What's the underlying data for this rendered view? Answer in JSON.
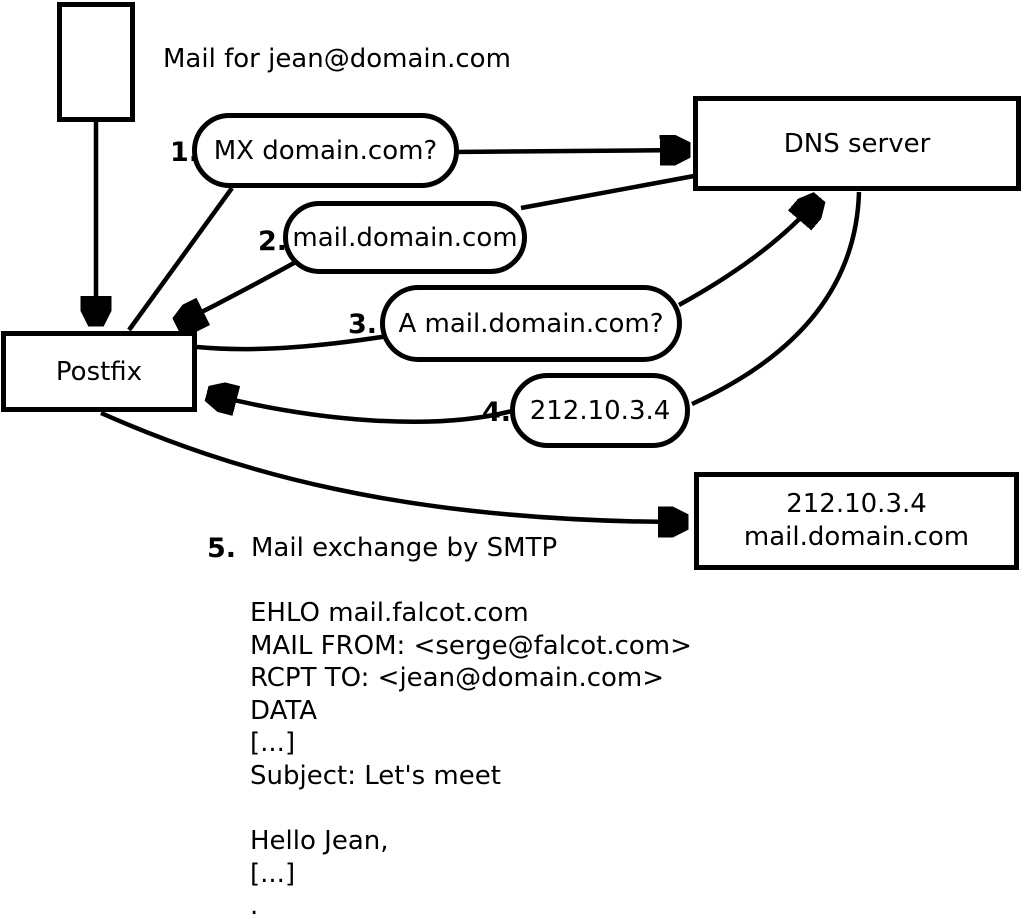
{
  "captions": {
    "mail_for": "Mail for jean@domain.com"
  },
  "nodes": {
    "postfix": "Postfix",
    "dns_server": "DNS server",
    "mail_server": {
      "line1": "212.10.3.4",
      "line2": "mail.domain.com"
    }
  },
  "steps": [
    {
      "num": "1.",
      "label": "MX domain.com?"
    },
    {
      "num": "2.",
      "label": "mail.domain.com"
    },
    {
      "num": "3.",
      "label": "A mail.domain.com?"
    },
    {
      "num": "4.",
      "label": "212.10.3.4"
    },
    {
      "num": "5.",
      "label": "Mail exchange by SMTP"
    }
  ],
  "smtp": {
    "lines": [
      "EHLO mail.falcot.com",
      "MAIL FROM: <serge@falcot.com>",
      "RCPT TO: <jean@domain.com>",
      "DATA",
      "[...]",
      "Subject: Let's meet",
      "",
      "Hello Jean,",
      "[...]",
      "."
    ]
  },
  "colors": {
    "ink": "#000000",
    "background": "#ffffff"
  }
}
